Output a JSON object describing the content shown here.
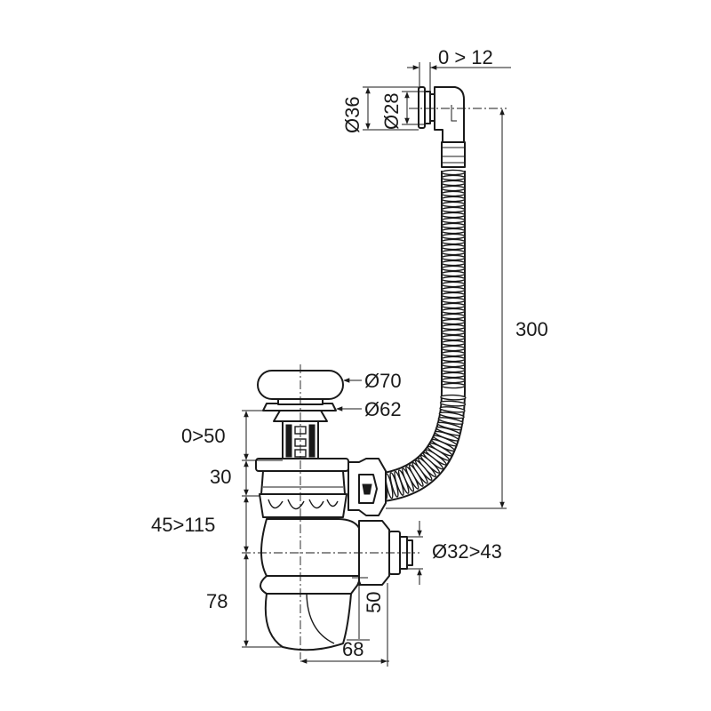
{
  "labels": {
    "hose_adjust": "0 > 12",
    "diam_36": "Ø36",
    "diam_28": "Ø28",
    "hose_length": "300",
    "diam_70": "Ø70",
    "diam_62": "Ø62",
    "plug_travel": "0>50",
    "body_30": "30",
    "height_range": "45>115",
    "diam_outlet": "Ø32>43",
    "trap_78": "78",
    "trap_50": "50",
    "trap_68": "68"
  },
  "colors": {
    "line": "#1a1a1a",
    "background": "#ffffff"
  }
}
